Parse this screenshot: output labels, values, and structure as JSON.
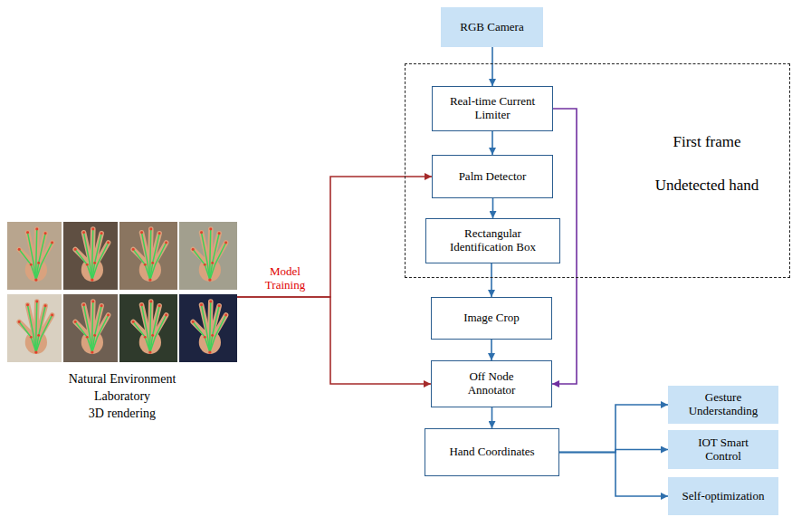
{
  "diagram": {
    "nodes": [
      {
        "text": [
          "RGB Camera"
        ]
      },
      {
        "text": [
          "First frame",
          "Undetected hand"
        ]
      },
      {
        "text": [
          "Real-time Current Limiter"
        ],
        "in": 1
      },
      {
        "text": [
          "Palm Detector"
        ],
        "in": 1
      },
      {
        "text": [
          "Rectangular Identification Box"
        ],
        "in": 1
      },
      {
        "text": [
          "Image Crop"
        ]
      },
      {
        "text": [
          "Off Node Annotator"
        ]
      },
      {
        "text": [
          "Hand Coordinates"
        ]
      },
      {
        "text": [
          "Gesture Understanding"
        ]
      },
      {
        "text": [
          "IOT Smart Control"
        ]
      },
      {
        "text": [
          "Self-optimization"
        ]
      },
      {
        "text": [
          "Natural Environment",
          "Laboratory",
          "3D rendering"
        ]
      }
    ],
    "edges": [
      {
        "from": 0,
        "to": 2,
        "arrow": "to"
      },
      {
        "from": 2,
        "to": 3,
        "arrow": "to"
      },
      {
        "from": 3,
        "to": 4,
        "arrow": "to"
      },
      {
        "from": 4,
        "to": 5,
        "arrow": "to"
      },
      {
        "from": 5,
        "to": 6,
        "arrow": "to"
      },
      {
        "from": 2,
        "to": 6,
        "arrow": "to"
      },
      {
        "from": 6,
        "to": 7,
        "arrow": "to"
      },
      {
        "from": 7,
        "to": 8,
        "arrow": "to"
      },
      {
        "from": 7,
        "to": 9,
        "arrow": "to"
      },
      {
        "from": 7,
        "to": 10,
        "arrow": "to"
      },
      {
        "from": 11,
        "to": 3,
        "label": "Model Training",
        "arrow": "to"
      },
      {
        "from": 11,
        "to": 6,
        "arrow": "to"
      }
    ]
  }
}
